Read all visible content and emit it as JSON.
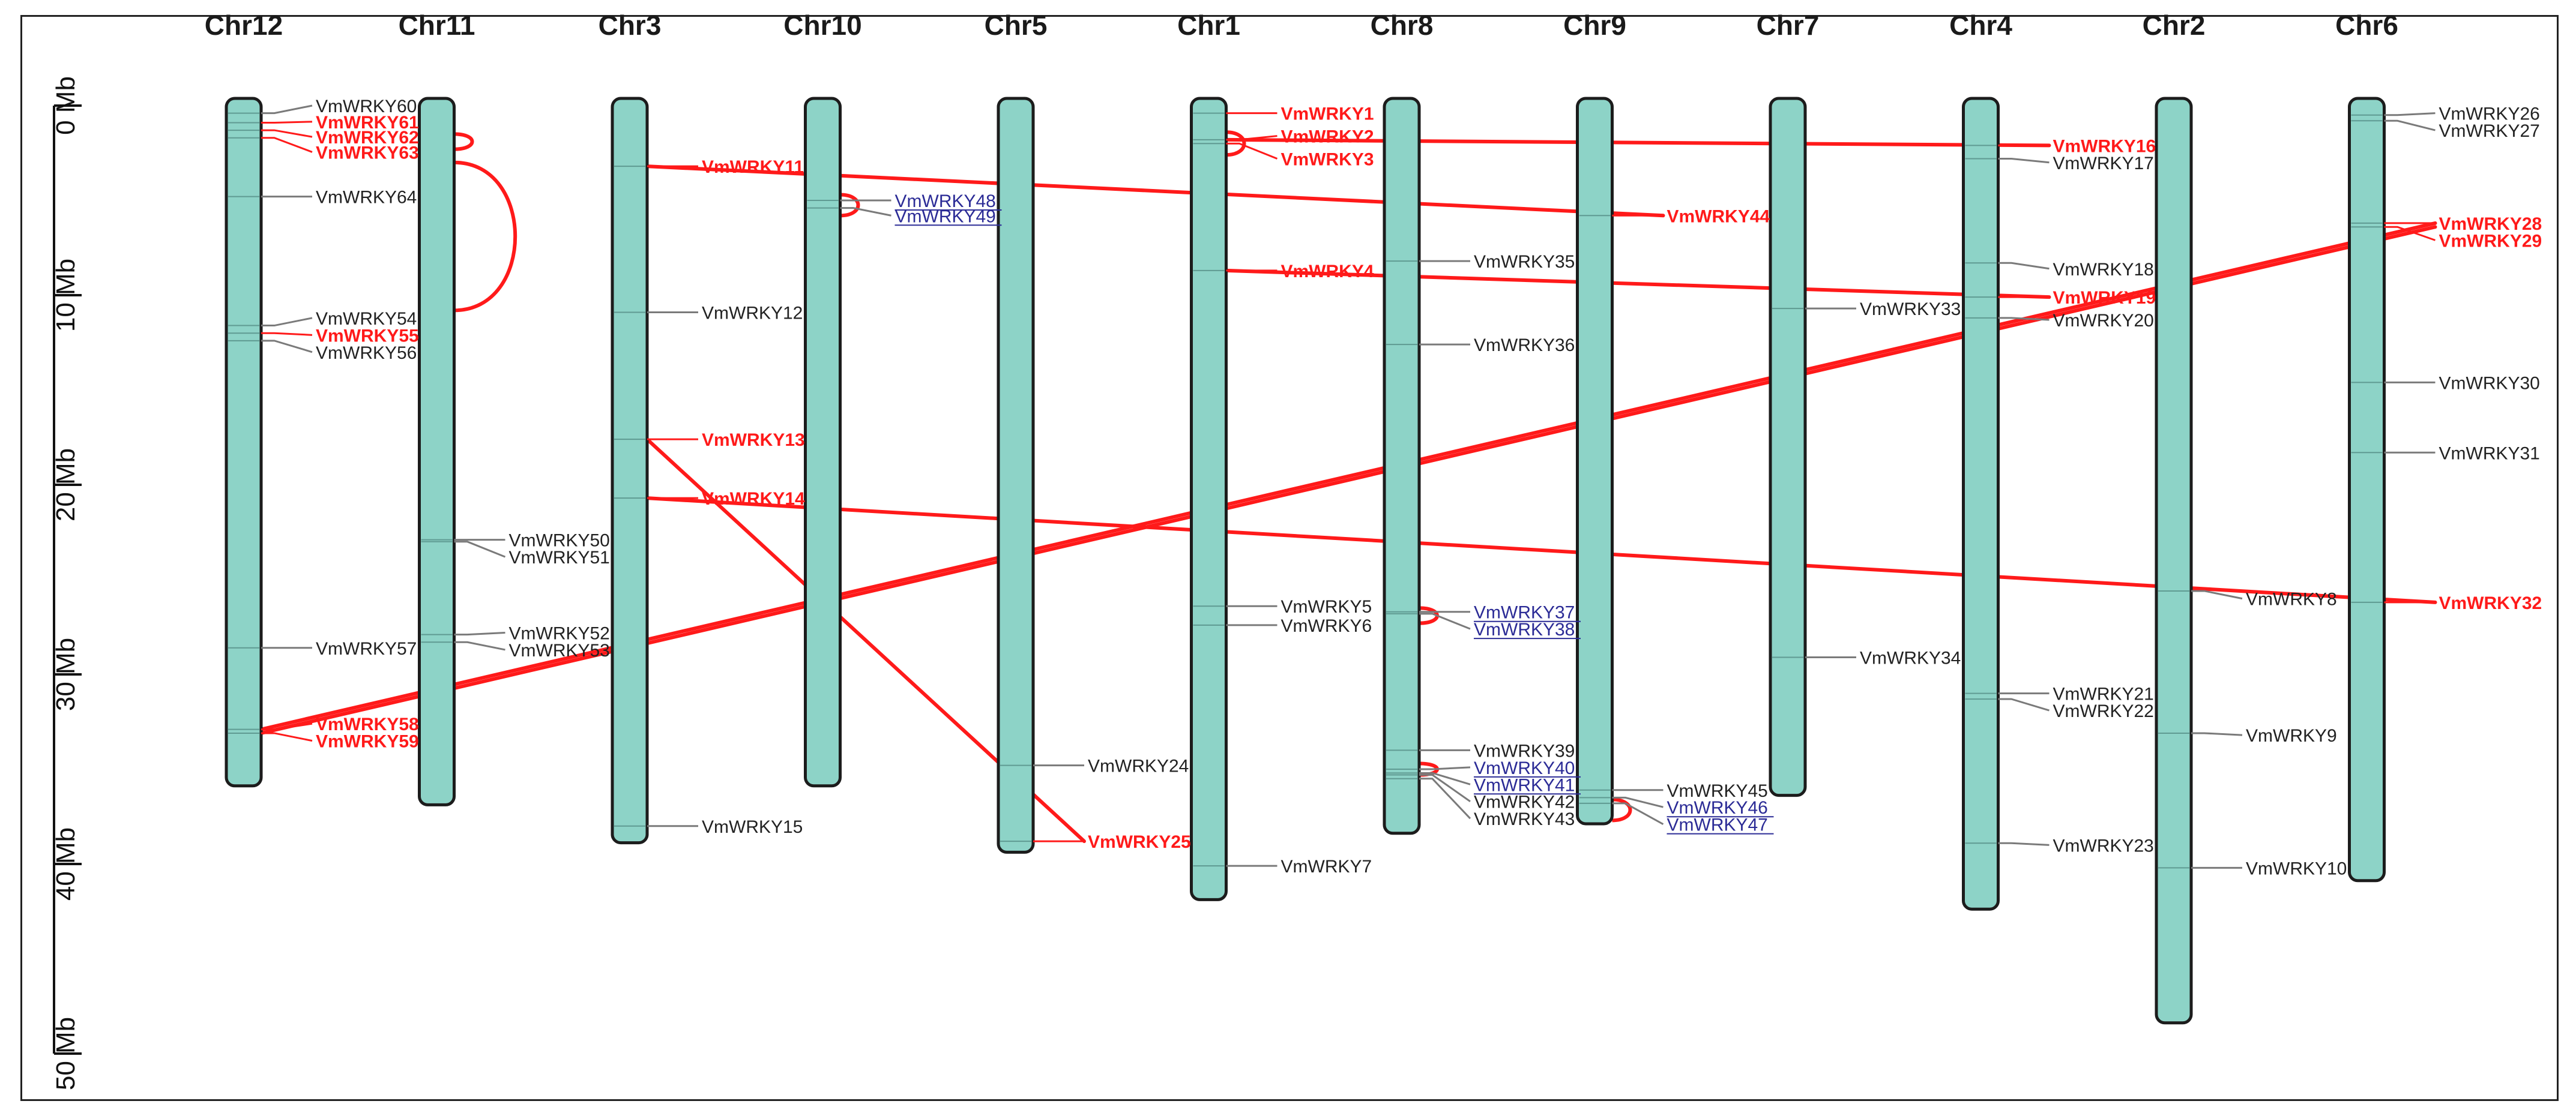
{
  "colors": {
    "chromosome_fill": "#8dd3c7",
    "chromosome_stroke": "#1c1c1c",
    "segmental_duplication": "#ff1a1a",
    "tandem_duplication": "#2b2b96",
    "normal": "#222222",
    "connector": "#7a7a7a"
  },
  "scale": {
    "unit_label": "Mb",
    "ticks": [
      "0 Mb",
      "10 Mb",
      "20 Mb",
      "30 Mb",
      "40 Mb",
      "50 Mb"
    ],
    "tick_values": [
      0,
      10,
      20,
      30,
      40,
      50
    ]
  },
  "chromosomes": [
    {
      "name": "Chr12",
      "length": 35.5,
      "genes": [
        {
          "label": "VmWRKY60",
          "pos": 0.4,
          "type": "normal",
          "lpos": 0.0
        },
        {
          "label": "VmWRKY61",
          "pos": 0.9,
          "type": "segmental",
          "lpos": 0.85
        },
        {
          "label": "VmWRKY62",
          "pos": 1.3,
          "type": "segmental",
          "lpos": 1.65
        },
        {
          "label": "VmWRKY63",
          "pos": 1.7,
          "type": "segmental",
          "lpos": 2.45
        },
        {
          "label": "VmWRKY64",
          "pos": 4.8,
          "type": "normal",
          "lpos": 4.8
        },
        {
          "label": "VmWRKY54",
          "pos": 11.6,
          "type": "normal",
          "lpos": 11.2
        },
        {
          "label": "VmWRKY55",
          "pos": 12.0,
          "type": "segmental",
          "lpos": 12.1
        },
        {
          "label": "VmWRKY56",
          "pos": 12.4,
          "type": "normal",
          "lpos": 13.0
        },
        {
          "label": "VmWRKY57",
          "pos": 28.6,
          "type": "normal",
          "lpos": 28.6
        },
        {
          "label": "VmWRKY58",
          "pos": 32.9,
          "type": "segmental",
          "lpos": 32.6
        },
        {
          "label": "VmWRKY59",
          "pos": 33.1,
          "type": "segmental",
          "lpos": 33.5
        }
      ]
    },
    {
      "name": "Chr11",
      "length": 36.5,
      "genes": [
        {
          "label": "VmWRKY50",
          "pos": 22.9,
          "type": "normal",
          "lpos": 22.9
        },
        {
          "label": "VmWRKY51",
          "pos": 23.0,
          "type": "normal",
          "lpos": 23.8
        },
        {
          "label": "VmWRKY52",
          "pos": 27.9,
          "type": "normal",
          "lpos": 27.8
        },
        {
          "label": "VmWRKY53",
          "pos": 28.3,
          "type": "normal",
          "lpos": 28.7
        }
      ]
    },
    {
      "name": "Chr3",
      "length": 38.5,
      "genes": [
        {
          "label": "VmWRKY11",
          "pos": 3.2,
          "type": "segmental",
          "lpos": 3.2
        },
        {
          "label": "VmWRKY12",
          "pos": 10.9,
          "type": "normal",
          "lpos": 10.9
        },
        {
          "label": "VmWRKY13",
          "pos": 17.6,
          "type": "segmental",
          "lpos": 17.6
        },
        {
          "label": "VmWRKY14",
          "pos": 20.7,
          "type": "segmental",
          "lpos": 20.7
        },
        {
          "label": "VmWRKY15",
          "pos": 38.0,
          "type": "normal",
          "lpos": 38.0
        }
      ]
    },
    {
      "name": "Chr10",
      "length": 35.5,
      "genes": [
        {
          "label": "VmWRKY48",
          "pos": 5.0,
          "type": "tandem",
          "lpos": 5.0
        },
        {
          "label": "VmWRKY49",
          "pos": 5.4,
          "type": "tandem",
          "lpos": 5.8
        }
      ]
    },
    {
      "name": "Chr5",
      "length": 39.0,
      "genes": [
        {
          "label": "VmWRKY24",
          "pos": 34.8,
          "type": "normal",
          "lpos": 34.8
        },
        {
          "label": "VmWRKY25",
          "pos": 38.8,
          "type": "segmental",
          "lpos": 38.8
        }
      ]
    },
    {
      "name": "Chr1",
      "length": 41.5,
      "genes": [
        {
          "label": "VmWRKY1",
          "pos": 0.4,
          "type": "segmental",
          "lpos": 0.4
        },
        {
          "label": "VmWRKY2",
          "pos": 1.8,
          "type": "segmental",
          "lpos": 1.6
        },
        {
          "label": "VmWRKY3",
          "pos": 2.0,
          "type": "segmental",
          "lpos": 2.8
        },
        {
          "label": "VmWRKY4",
          "pos": 8.7,
          "type": "segmental",
          "lpos": 8.7
        },
        {
          "label": "VmWRKY5",
          "pos": 26.4,
          "type": "normal",
          "lpos": 26.4
        },
        {
          "label": "VmWRKY6",
          "pos": 27.4,
          "type": "normal",
          "lpos": 27.4
        },
        {
          "label": "VmWRKY7",
          "pos": 40.1,
          "type": "normal",
          "lpos": 40.1
        }
      ]
    },
    {
      "name": "Chr8",
      "length": 38.0,
      "genes": [
        {
          "label": "VmWRKY35",
          "pos": 8.2,
          "type": "normal",
          "lpos": 8.2
        },
        {
          "label": "VmWRKY36",
          "pos": 12.6,
          "type": "normal",
          "lpos": 12.6
        },
        {
          "label": "VmWRKY37",
          "pos": 26.7,
          "type": "tandem",
          "lpos": 26.7
        },
        {
          "label": "VmWRKY38",
          "pos": 26.8,
          "type": "tandem",
          "lpos": 27.6
        },
        {
          "label": "VmWRKY39",
          "pos": 34.0,
          "type": "normal",
          "lpos": 34.0
        },
        {
          "label": "VmWRKY40",
          "pos": 35.0,
          "type": "tandem",
          "lpos": 34.9
        },
        {
          "label": "VmWRKY41",
          "pos": 35.2,
          "type": "tandem",
          "lpos": 35.8
        },
        {
          "label": "VmWRKY42",
          "pos": 35.3,
          "type": "normal",
          "lpos": 36.7
        },
        {
          "label": "VmWRKY43",
          "pos": 35.5,
          "type": "normal",
          "lpos": 37.6
        }
      ]
    },
    {
      "name": "Chr9",
      "length": 37.5,
      "genes": [
        {
          "label": "VmWRKY44",
          "pos": 5.8,
          "type": "segmental",
          "lpos": 5.8
        },
        {
          "label": "VmWRKY45",
          "pos": 36.1,
          "type": "normal",
          "lpos": 36.1
        },
        {
          "label": "VmWRKY46",
          "pos": 36.5,
          "type": "tandem",
          "lpos": 37.0
        },
        {
          "label": "VmWRKY47",
          "pos": 36.8,
          "type": "tandem",
          "lpos": 37.9
        }
      ]
    },
    {
      "name": "Chr7",
      "length": 36.0,
      "genes": [
        {
          "label": "VmWRKY33",
          "pos": 10.7,
          "type": "normal",
          "lpos": 10.7
        },
        {
          "label": "VmWRKY34",
          "pos": 29.1,
          "type": "normal",
          "lpos": 29.1
        }
      ]
    },
    {
      "name": "Chr4",
      "length": 42.0,
      "genes": [
        {
          "label": "VmWRKY16",
          "pos": 2.1,
          "type": "segmental",
          "lpos": 2.1
        },
        {
          "label": "VmWRKY17",
          "pos": 2.8,
          "type": "normal",
          "lpos": 3.0
        },
        {
          "label": "VmWRKY18",
          "pos": 8.3,
          "type": "normal",
          "lpos": 8.6
        },
        {
          "label": "VmWRKY19",
          "pos": 10.1,
          "type": "segmental",
          "lpos": 10.1
        },
        {
          "label": "VmWRKY20",
          "pos": 11.2,
          "type": "normal",
          "lpos": 11.3
        },
        {
          "label": "VmWRKY21",
          "pos": 31.0,
          "type": "normal",
          "lpos": 31.0
        },
        {
          "label": "VmWRKY22",
          "pos": 31.3,
          "type": "normal",
          "lpos": 31.9
        },
        {
          "label": "VmWRKY23",
          "pos": 38.9,
          "type": "normal",
          "lpos": 39.0
        }
      ]
    },
    {
      "name": "Chr2",
      "length": 48.0,
      "genes": [
        {
          "label": "VmWRKY8",
          "pos": 25.6,
          "type": "normal",
          "lpos": 26.0
        },
        {
          "label": "VmWRKY9",
          "pos": 33.1,
          "type": "normal",
          "lpos": 33.2
        },
        {
          "label": "VmWRKY10",
          "pos": 40.2,
          "type": "normal",
          "lpos": 40.2
        }
      ]
    },
    {
      "name": "Chr6",
      "length": 40.5,
      "genes": [
        {
          "label": "VmWRKY26",
          "pos": 0.5,
          "type": "normal",
          "lpos": 0.4
        },
        {
          "label": "VmWRKY27",
          "pos": 0.8,
          "type": "normal",
          "lpos": 1.3
        },
        {
          "label": "VmWRKY28",
          "pos": 6.2,
          "type": "segmental",
          "lpos": 6.2
        },
        {
          "label": "VmWRKY29",
          "pos": 6.4,
          "type": "segmental",
          "lpos": 7.1
        },
        {
          "label": "VmWRKY30",
          "pos": 14.6,
          "type": "normal",
          "lpos": 14.6
        },
        {
          "label": "VmWRKY31",
          "pos": 18.3,
          "type": "normal",
          "lpos": 18.3
        },
        {
          "label": "VmWRKY32",
          "pos": 26.2,
          "type": "segmental",
          "lpos": 26.2
        }
      ]
    }
  ],
  "segmental_pairs": [
    [
      "VmWRKY11",
      "VmWRKY44"
    ],
    [
      "VmWRKY4",
      "VmWRKY19"
    ],
    [
      "VmWRKY14",
      "VmWRKY32"
    ],
    [
      "VmWRKY13",
      "VmWRKY25"
    ],
    [
      "VmWRKY58",
      "VmWRKY28"
    ],
    [
      "VmWRKY59",
      "VmWRKY29"
    ],
    [
      "VmWRKY2",
      "VmWRKY16"
    ]
  ],
  "same_chromosome_arcs": [
    {
      "chr": "Chr11",
      "from": 3.0,
      "to": 10.8
    },
    {
      "chr": "Chr11",
      "from": 1.5,
      "to": 2.3
    },
    {
      "chr": "Chr10",
      "from": 4.7,
      "to": 5.8
    },
    {
      "chr": "Chr1",
      "from": 1.4,
      "to": 2.6
    },
    {
      "chr": "Chr8",
      "from": 26.5,
      "to": 27.3
    },
    {
      "chr": "Chr8",
      "from": 34.7,
      "to": 35.3
    },
    {
      "chr": "Chr9",
      "from": 36.6,
      "to": 37.7
    }
  ]
}
